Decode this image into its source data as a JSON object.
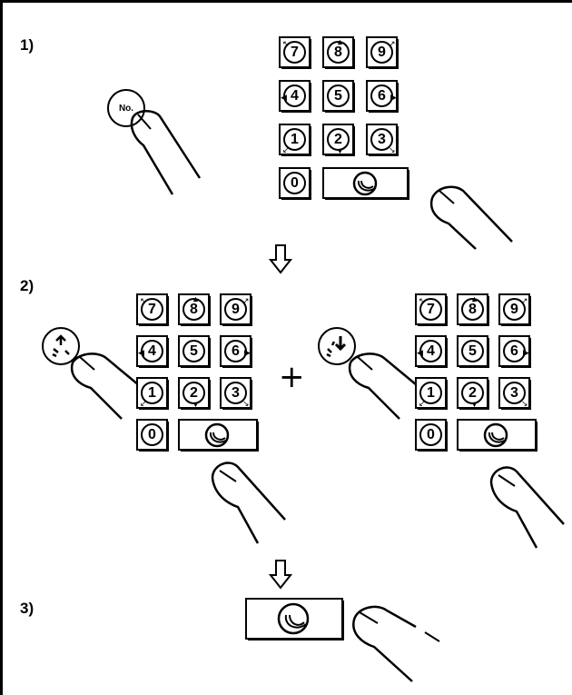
{
  "steps": [
    {
      "label": "1)"
    },
    {
      "label": "2)"
    },
    {
      "label": "3)"
    }
  ],
  "keypad": {
    "keys": [
      "7",
      "8",
      "9",
      "4",
      "5",
      "6",
      "1",
      "2",
      "3",
      "0"
    ]
  },
  "buttons": {
    "number_button_label": "No.",
    "symbol_plus": "+"
  },
  "icons": {
    "finger": "pointing-finger-icon",
    "arrow": "down-arrow-icon",
    "enter": "enter-swirl-icon",
    "needle_up": "needle-up-icon",
    "needle_down": "needle-down-icon"
  }
}
